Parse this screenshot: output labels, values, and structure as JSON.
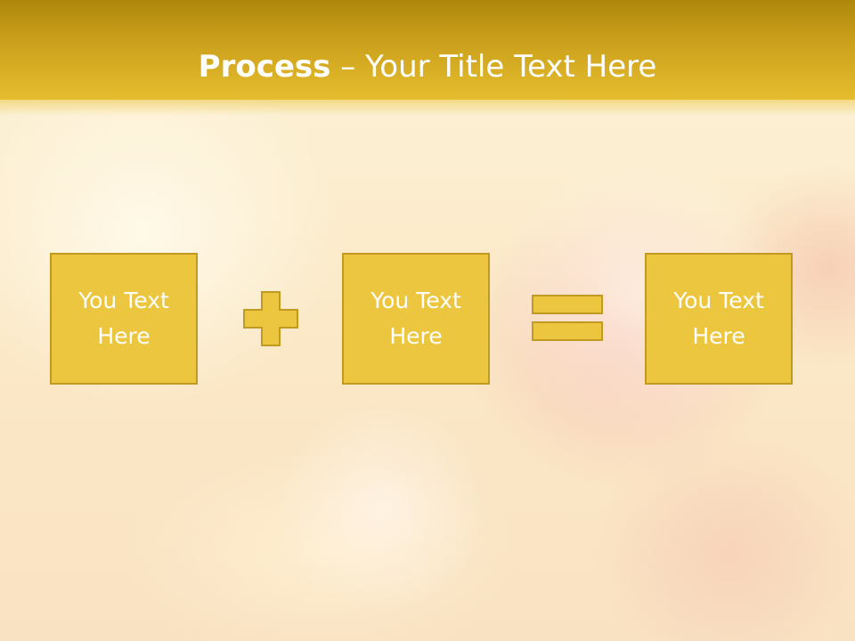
{
  "slide": {
    "title_bold": "Process",
    "title_dash": " – ",
    "title_rest": "Your Title Text Here"
  },
  "boxes": [
    {
      "label": "You Text\nHere"
    },
    {
      "label": "You Text\nHere"
    },
    {
      "label": "You Text\nHere"
    }
  ],
  "operators": [
    "plus",
    "equals"
  ],
  "colors": {
    "header": "#cda21d",
    "box_fill": "#ecc63e",
    "box_border": "#c29a22",
    "text": "#ffffff"
  }
}
